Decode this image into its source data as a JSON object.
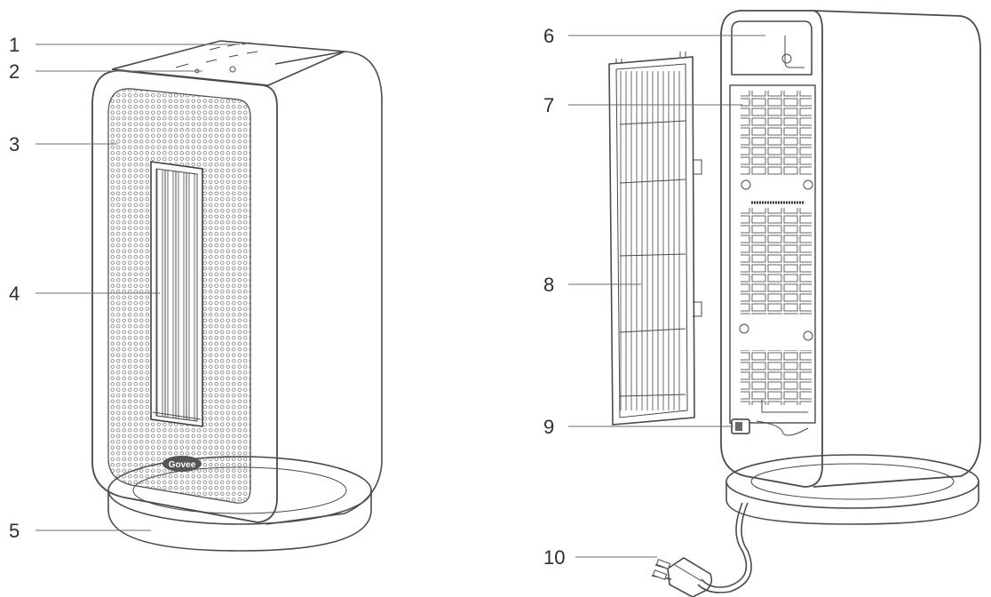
{
  "callouts": [
    {
      "label": "1"
    },
    {
      "label": "2"
    },
    {
      "label": "3"
    },
    {
      "label": "4"
    },
    {
      "label": "5"
    },
    {
      "label": "6"
    },
    {
      "label": "7"
    },
    {
      "label": "8"
    },
    {
      "label": "9"
    },
    {
      "label": "10"
    }
  ],
  "front_heater": {
    "logo": "Govee"
  }
}
